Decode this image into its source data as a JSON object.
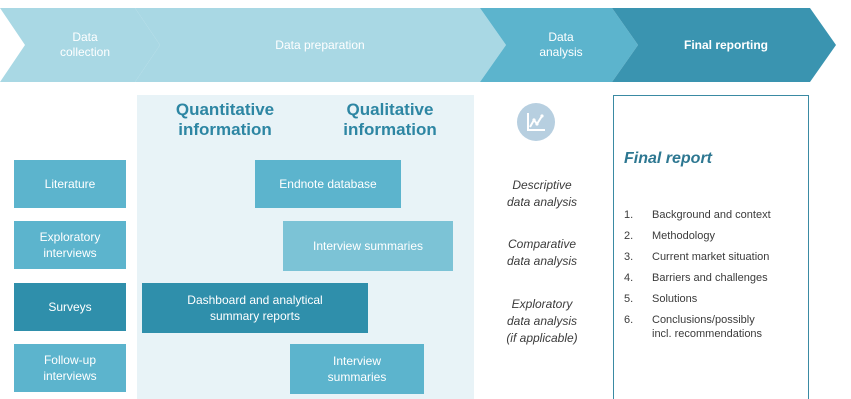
{
  "header": {
    "stages": [
      {
        "label": "Data\ncollection",
        "color": "#a9d8e4"
      },
      {
        "label": "Data preparation",
        "color": "#a9d8e4"
      },
      {
        "label": "Data\nanalysis",
        "color": "#5cb4cd"
      },
      {
        "label": "Final reporting",
        "color": "#3a94b0"
      }
    ]
  },
  "collection": {
    "items": [
      {
        "label": "Literature",
        "color": "#5cb4cd"
      },
      {
        "label": "Exploratory\ninterviews",
        "color": "#5cb4cd"
      },
      {
        "label": "Surveys",
        "color": "#2f8fab"
      },
      {
        "label": "Follow-up\ninterviews",
        "color": "#5cb4cd"
      }
    ]
  },
  "preparation": {
    "quantitative_heading": "Quantitative\ninformation",
    "qualitative_heading": "Qualitative\ninformation",
    "boxes": [
      {
        "label": "Endnote database",
        "color": "#5cb4cd"
      },
      {
        "label": "Interview summaries",
        "color": "#7cc3d6"
      },
      {
        "label": "Dashboard and analytical\nsummary reports",
        "color": "#2f8fab"
      },
      {
        "label": "Interview\nsummaries",
        "color": "#5cb4cd"
      }
    ]
  },
  "analysis": {
    "icon": "chart-icon",
    "items": [
      "Descriptive\ndata analysis",
      "Comparative\ndata analysis",
      "Exploratory\ndata analysis\n(if applicable)"
    ]
  },
  "report": {
    "title": "Final report",
    "items": [
      {
        "num": "1.",
        "text": "Background and context"
      },
      {
        "num": "2.",
        "text": "Methodology"
      },
      {
        "num": "3.",
        "text": "Current market situation"
      },
      {
        "num": "4.",
        "text": "Barriers and challenges"
      },
      {
        "num": "5.",
        "text": "Solutions"
      },
      {
        "num": "6.",
        "text": "Conclusions/possibly\nincl. recommendations"
      }
    ]
  }
}
